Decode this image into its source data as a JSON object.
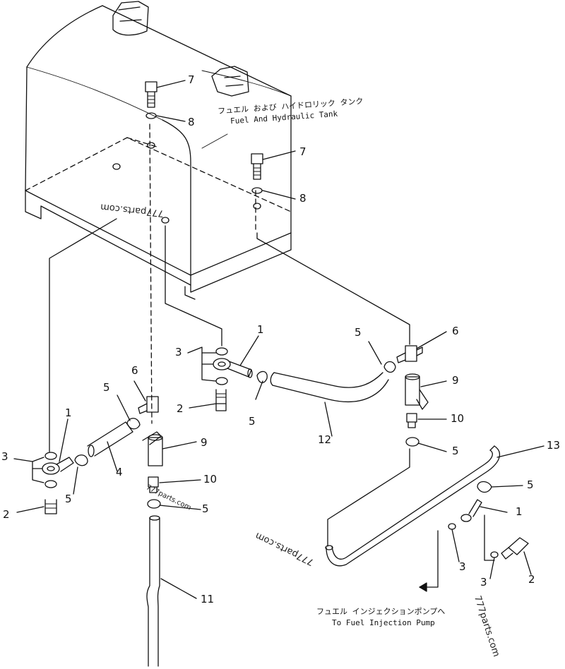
{
  "tank_caption": {
    "jp": "フュエル および ハイドロリック タンク",
    "en": "Fuel And Hydraulic Tank"
  },
  "pump_caption": {
    "jp": "フュエル インジェクションポンプへ",
    "en": "To Fuel Injection Pump"
  },
  "watermark": "777parts.com",
  "callouts": [
    {
      "id": "c7a",
      "text": "7"
    },
    {
      "id": "c8a",
      "text": "8"
    },
    {
      "id": "c7b",
      "text": "7"
    },
    {
      "id": "c8b",
      "text": "8"
    },
    {
      "id": "c1a",
      "text": "1"
    },
    {
      "id": "c3a",
      "text": "3"
    },
    {
      "id": "c2a",
      "text": "2"
    },
    {
      "id": "c5a",
      "text": "5"
    },
    {
      "id": "c12",
      "text": "12"
    },
    {
      "id": "c5b",
      "text": "5"
    },
    {
      "id": "c6a",
      "text": "6"
    },
    {
      "id": "c9a",
      "text": "9"
    },
    {
      "id": "c10a",
      "text": "10"
    },
    {
      "id": "c5c",
      "text": "5"
    },
    {
      "id": "c13",
      "text": "13"
    },
    {
      "id": "c6b",
      "text": "6"
    },
    {
      "id": "c5d",
      "text": "5"
    },
    {
      "id": "c1b",
      "text": "1"
    },
    {
      "id": "c3b",
      "text": "3"
    },
    {
      "id": "c4",
      "text": "4"
    },
    {
      "id": "c5e",
      "text": "5"
    },
    {
      "id": "c2b",
      "text": "2"
    },
    {
      "id": "c9b",
      "text": "9"
    },
    {
      "id": "c10b",
      "text": "10"
    },
    {
      "id": "c5f",
      "text": "5"
    },
    {
      "id": "c11",
      "text": "11"
    },
    {
      "id": "c5g",
      "text": "5"
    },
    {
      "id": "c1c",
      "text": "1"
    },
    {
      "id": "c3c",
      "text": "3"
    },
    {
      "id": "c3d",
      "text": "3"
    },
    {
      "id": "c2c",
      "text": "2"
    }
  ]
}
